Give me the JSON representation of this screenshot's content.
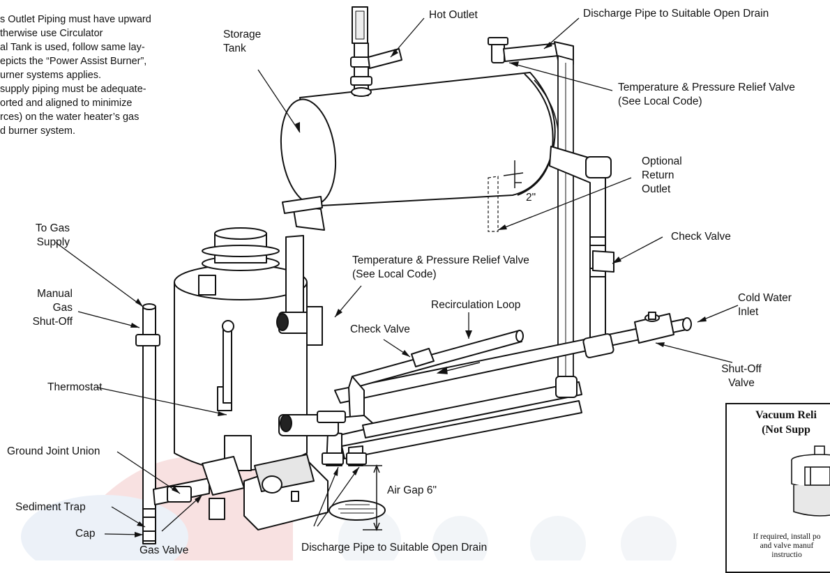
{
  "notes": {
    "lines": [
      "s Outlet Piping must have upward",
      "therwise use Circulator",
      "al Tank is used, follow same lay-",
      "",
      "epicts the “Power Assist Burner”,",
      "urner systems applies.",
      " supply piping must be adequate-",
      "orted and aligned to minimize",
      "rces) on the water heater’s gas",
      "d burner system."
    ]
  },
  "labels": {
    "hot_outlet": "Hot Outlet",
    "discharge_top": "Discharge Pipe to Suitable Open Drain",
    "storage_tank": [
      "Storage",
      "Tank"
    ],
    "tp_valve_top": [
      "Temperature & Pressure Relief Valve",
      "(See Local Code)"
    ],
    "optional_return": [
      "Optional",
      "Return",
      "Outlet"
    ],
    "dim_2in": "2\"",
    "check_valve_right": "Check Valve",
    "tp_valve_mid": [
      "Temperature & Pressure Relief Valve",
      "(See Local Code)"
    ],
    "to_gas_supply": [
      "To Gas",
      "Supply"
    ],
    "recirc_loop": "Recirculation Loop",
    "cold_inlet": [
      "Cold Water",
      "Inlet"
    ],
    "manual_shutoff": [
      "Manual",
      "Gas",
      "Shut-Off"
    ],
    "check_valve_left": "Check Valve",
    "shutoff_valve": [
      "Shut-Off",
      "Valve"
    ],
    "thermostat": "Thermostat",
    "ground_joint": "Ground Joint Union",
    "air_gap": "Air Gap 6\"",
    "sediment_trap": "Sediment Trap",
    "cap": "Cap",
    "gas_valve": "Gas Valve",
    "discharge_bottom": "Discharge Pipe to Suitable Open Drain"
  },
  "vacuum_box": {
    "title": [
      "Vacuum Reli",
      "(Not Supp"
    ],
    "note": [
      "If required, install po",
      "and valve manuf",
      "instructio"
    ]
  },
  "colors": {
    "line": "#111111",
    "pipe_fill": "#ffffff",
    "shade": "#d9d9d9",
    "watermark_red": "#f3c9c9",
    "watermark_blue": "#dde6f3"
  }
}
